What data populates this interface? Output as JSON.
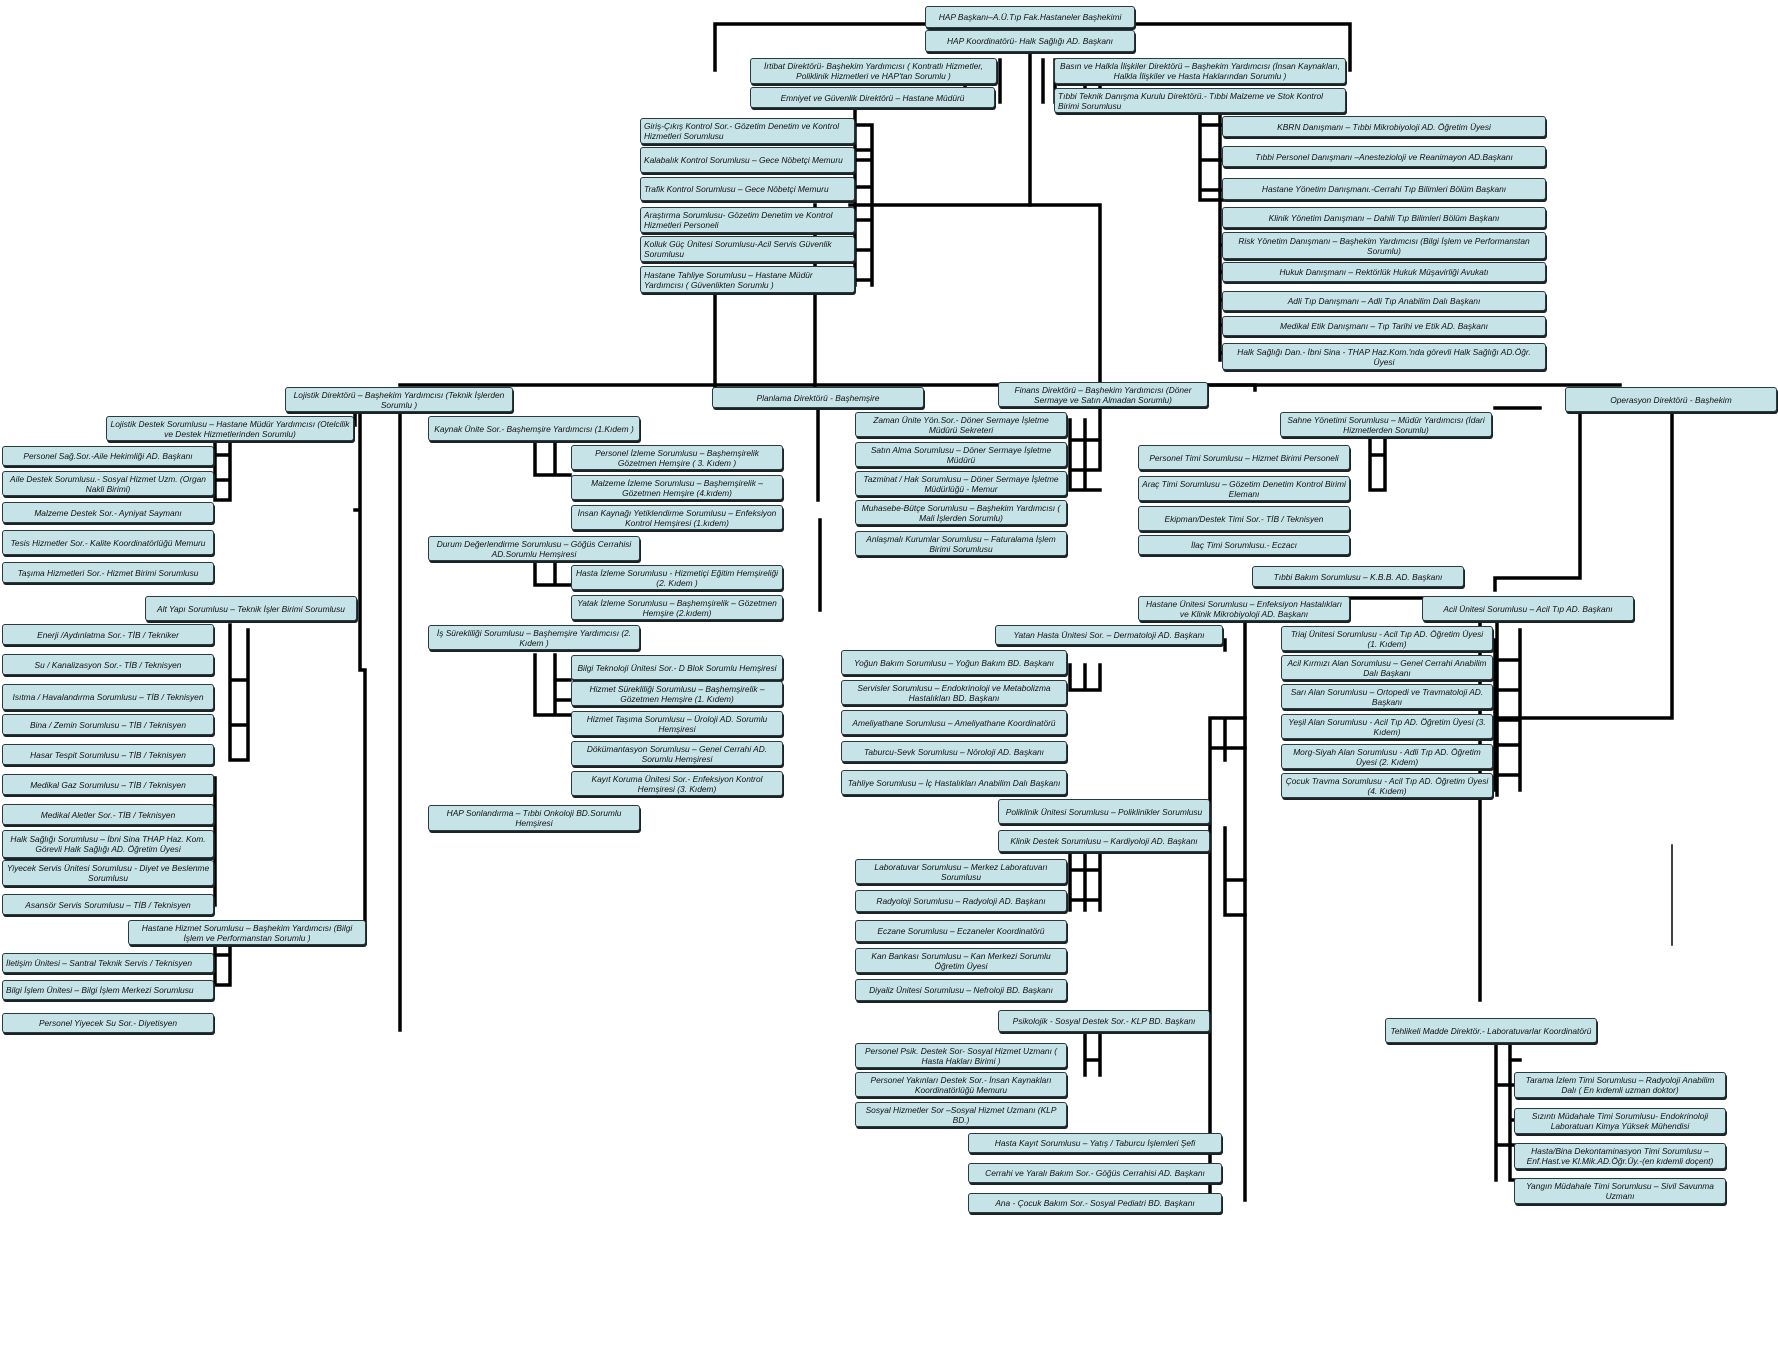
{
  "colors": {
    "box_fill": "#c6e3e8",
    "box_border": "#2a3a3e",
    "line": "#000000"
  },
  "top": [
    "HAP Başkanı–A.Ü.Tıp Fak.Hastaneler Başhekimi",
    "HAP Koordinatörü- Halk Sağlığı AD. Başkanı"
  ],
  "upper_left": [
    "İrtibat Direktörü- Başhekim Yardımcısı ( Kontratlı Hizmetler, Poliklinik Hizmetleri ve HAP'tan Sorumlu )",
    "Emniyet ve Güvenlik Direktörü – Hastane Müdürü"
  ],
  "security": [
    "Giriş-Çıkış Kontrol Sor.- Gözetim Denetim ve Kontrol Hizmetleri Sorumlusu",
    "Kalabalık Kontrol Sorumlusu – Gece Nöbetçi Memuru",
    "Trafik Kontrol Sorumlusu – Gece Nöbetçi Memuru",
    "Araştırma Sorumlusu- Gözetim Denetim ve Kontrol Hizmetleri Personeli",
    "Kolluk Güç Ünitesi Sorumlusu-Acil Servis Güvenlik Sorumlusu",
    "Hastane Tahliye Sorumlusu – Hastane Müdür Yardımcısı ( Güvenlikten Sorumlu )"
  ],
  "upper_right": [
    "Basın ve Halkla İlişkiler Direktörü – Başhekim Yardımcısı (İnsan Kaynakları, Halkla İlişkiler ve Hasta Haklarından Sorumlu )",
    "Tıbbi Teknik Danışma Kurulu Direktörü.- Tıbbi Malzeme ve Stok Kontrol Birimi Sorumlusu"
  ],
  "advisors": [
    "KBRN Danışmanı – Tıbbi Mikrobiyoloji AD. Öğretim Üyesi",
    "Tıbbi Personel Danışmanı –Anestezioloji ve Reanimayon AD.Başkanı",
    "Hastane Yönetim Danışmanı.-Cerrahi Tıp Bilimleri Bölüm Başkanı",
    "Klinik Yönetim Danışmanı – Dahili Tıp Bilimleri Bölüm Başkanı",
    "Risk Yönetim Danışmanı – Başhekim Yardımcısı (Bilgi İşlem ve Performanstan Sorumlu)",
    "Hukuk Danışmanı – Rektörlük Hukuk Müşavirliği Avukatı",
    "Adli Tıp Danışmanı – Adli Tıp Anabilim Dalı Başkanı",
    "Medikal Etik Danışmanı – Tıp Tarihi ve Etik AD. Başkanı",
    "Halk Sağlığı Dan.- İbni Sina - THAP Haz.Kom.'nda görevli Halk Sağlığı AD.Öğr. Üyesi"
  ],
  "directors": [
    "Lojistik Direktörü – Başhekim Yardımcısı (Teknik İşlerden Sorumlu )",
    "Planlama Direktörü - Başhemşire",
    "Finans Direktörü – Başhekim Yardımcısı (Döner Sermaye ve Satın Almadan Sorumlu)",
    "Operasyon Direktörü - Başhekim"
  ],
  "logistics_support_head": "Lojistik Destek Sorumlusu – Hastane Müdür Yardımcısı (Otelcilik ve Destek Hizmetlerinden Sorumlu)",
  "logistics_support": [
    "Personel Sağ.Sor.-Aile Hekimliği AD. Başkanı",
    "Aile Destek Sorumlusu.- Sosyal Hizmet Uzm. (Organ Nakli Birimi)",
    "Malzeme Destek Sor.- Ayniyat Saymanı",
    "Tesis Hizmetler Sor.- Kalite Koordinatörlüğü Memuru",
    "Taşıma Hizmetleri Sor.- Hizmet Birimi Sorumlusu"
  ],
  "infrastructure_head": "Alt Yapı Sorumlusu – Teknik İşler Birimi Sorumlusu",
  "infrastructure": [
    "Enerji /Aydınlatma Sor.- TİB / Tekniker",
    "Su / Kanalizasyon Sor.- TİB / Teknisyen",
    "Isıtma / Havalandırma Sorumlusu – TİB / Teknisyen",
    "Bina / Zemin Sorumlusu – TİB / Teknisyen",
    "Hasar Tespit Sorumlusu – TİB / Teknisyen",
    "Medikal Gaz Sorumlusu – TİB / Teknisyen",
    "Medikal Aletler Sor.- TİB / Teknisyen",
    "Halk Sağlığı Sorumlusu – İbni Sina THAP Haz. Kom. Görevli Halk Sağlığı AD. Öğretim Üyesi",
    "Yiyecek Servis Ünitesi Sorumlusu - Diyet ve Beslenme Sorumlusu",
    "Asansör Servis Sorumlusu – TİB / Teknisyen"
  ],
  "hospital_service_head": "Hastane Hizmet Sorumlusu – Başhekim Yardımcısı (Bilgi İşlem ve Performanstan Sorumlu )",
  "hospital_service": [
    "İletişim Ünitesi – Santral Teknik Servis / Teknisyen",
    "Bilgi İşlem Ünitesi – Bilgi İşlem Merkezi Sorumlusu",
    "Personel Yiyecek Su Sor.- Diyetisyen"
  ],
  "resource_head": "Kaynak Ünite Sor.- Başhemşire Yardımcısı (1.Kıdem )",
  "resource": [
    "Personel İzleme Sorumlusu – Başhemşirelik Gözetmen Hemşire ( 3. Kıdem )",
    "Malzeme İzleme Sorumlusu – Başhemşirelik – Gözetmen Hemşire (4.kıdem)",
    "İnsan Kaynağı Yetiklendirme Sorumlusu – Enfeksiyon Kontrol Hemşiresi (1.kıdem)"
  ],
  "status_head": "Durum Değerlendirme Sorumlusu – Göğüs Cerrahisi AD.Sorumlu Hemşiresi",
  "status": [
    "Hasta İzleme Sorumlusu - Hizmetiçi Eğitim Hemşireliği (2. Kıdem )",
    "Yatak İzleme Sorumlusu – Başhemşirelik – Gözetmen Hemşire (2.kıdem)"
  ],
  "continuity_head": "İş Sürekliliği Sorumlusu – Başhemşire Yardımcısı (2. Kıdem )",
  "continuity": [
    "Bilgi Teknoloji Ünitesi Sor.- D Blok Sorumlu Hemşiresi",
    "Hizmet Sürekliliği Sorumlusu – Başhemşirelik – Gözetmen Hemşire (1. Kıdem)",
    "Hizmet Taşıma Sorumlusu – Üroloji AD. Sorumlu Hemşiresi",
    "Dökümantasyon Sorumlusu – Genel Cerrahi AD. Sorumlu Hemşiresi",
    "Kayıt Koruma Ünitesi Sor.- Enfeksiyon Kontrol Hemşiresi (3. Kıdem)"
  ],
  "demob": "HAP Sonlandırma – Tıbbi Onkoloji BD.Sorumlu Hemşiresi",
  "finance": [
    "Zaman Ünite Yön.Sor.- Döner Sermaye İşletme Müdürü Sekreteri",
    "Satın Alma Sorumlusu – Döner Sermaye İşletme Müdürü",
    "Tazminat / Hak Sorumlusu – Döner Sermaye İşletme Müdürlüğü - Memur",
    "Muhasebe-Bütçe Sorumlusu – Başhekim Yardımcısı ( Mali İşlerden Sorumlu)",
    "Anlaşmalı Kurumlar Sorumlusu – Faturalama İşlem Birimi Sorumlusu"
  ],
  "staging_head": "Sahne Yönetimi Sorumlusu – Müdür Yardımcısı (İdari Hizmetlerden Sorumlu)",
  "staging": [
    "Personel Timi Sorumlusu – Hizmet Birimi Personeli",
    "Araç Timi Sorumlusu – Gözetim Denetim Kontrol Birimi Elemanı",
    "Ekipman/Destek Timi Sor.- TİB / Teknisyen",
    "İlaç Timi Sorumlusu.- Eczacı"
  ],
  "medical_care": "Tıbbi Bakım Sorumlusu – K.B.B. AD. Başkanı",
  "hospital_unit": "Hastane Ünitesi Sorumlusu – Enfeksiyon Hastalıkları ve Klinik Mikrobiyoloji AD. Başkanı",
  "emergency_head": "Acil Ünitesi Sorumlusu – Acil Tıp AD. Başkanı",
  "emergency": [
    "Triaj Ünitesi Sorumlusu - Acil Tıp AD. Öğretim Üyesi (1. Kıdem)",
    "Acil Kırmızı Alan Sorumlusu – Genel Cerrahi Anabilim Dalı Başkanı",
    "Sarı Alan Sorumlusu – Ortopedi ve Travmatoloji AD. Başkanı",
    "Yeşil Alan Sorumlusu - Acil Tıp AD. Öğretim Üyesi (3. Kıdem)",
    "Morg-Siyah Alan Sorumlusu - Adli Tıp AD. Öğretim Üyesi (2. Kıdem)",
    "Çocuk Travma Sorumlusu - Acil Tıp AD. Öğretim Üyesi (4. Kıdem)"
  ],
  "inpatient_head": "Yatan Hasta Ünitesi Sor. – Dermatoloji AD. Başkanı",
  "inpatient": [
    "Yoğun Bakım Sorumlusu – Yoğun Bakım BD. Başkanı",
    "Servisler Sorumlusu – Endokrinoloji ve Metabolizma Hastalıkları BD. Başkanı",
    "Ameliyathane Sorumlusu – Ameliyathane Koordinatörü",
    "Taburcu-Sevk Sorumlusu – Nöroloji AD. Başkanı",
    "Tahliye Sorumlusu – İç Hastalıkları Anabilim Dalı Başkanı"
  ],
  "outpatient": "Poliklinik Ünitesi Sorumlusu – Poliklinikler Sorumlusu",
  "clinical_support_head": "Klinik Destek Sorumlusu – Kardiyoloji AD. Başkanı",
  "clinical_support": [
    "Laboratuvar Sorumlusu – Merkez Laboratuvarı Sorumlusu",
    "Radyoloji Sorumlusu – Radyoloji AD. Başkanı",
    "Eczane Sorumlusu – Eczaneler Koordinatörü",
    "Kan Bankası Sorumlusu – Kan Merkezi Sorumlu Öğretim Üyesi",
    "Diyaliz Ünitesi Sorumlusu – Nefroloji BD. Başkanı"
  ],
  "psych_head": "Psikolojik - Sosyal Destek Sor.- KLP BD. Başkanı",
  "psych": [
    "Personel Psik. Destek Sor- Sosyal Hizmet Uzmanı ( Hasta Hakları Birimi )",
    "Personel Yakınları Destek Sor.- İnsan Kaynakları Koordinatörlüğü Memuru",
    "Sosyal Hizmetler Sor –Sosyal Hizmet Uzmanı (KLP BD.)"
  ],
  "other_units": [
    "Hasta Kayıt Sorumlusu – Yatış / Taburcu İşlemleri Şefi",
    "Cerrahi ve Yaralı Bakım Sor.- Göğüs Cerrahisi AD. Başkanı",
    "Ana - Çocuk Bakım Sor.- Sosyal Pediatri BD. Başkanı"
  ],
  "hazmat_head": "Tehlikeli Madde Direktör.- Laboratuvarlar Koordinatörü",
  "hazmat": [
    "Tarama İzlem Timi Sorumlusu – Radyoloji Anabilim Dalı ( En kıdemli uzman doktor)",
    "Sızıntı Müdahale Timi Sorumlusu- Endokrinoloji Laboratuarı Kimya Yüksek Mühendisi",
    "Hasta/Bina Dekontaminasyon Timi Sorumlusu – Enf.Hast.ve Kl.Mik.AD.Öğr.Üy.-(en kıdemli doçent)",
    "Yangın Müdahale Timi Sorumlusu – Sivil Savunma Uzmanı"
  ]
}
